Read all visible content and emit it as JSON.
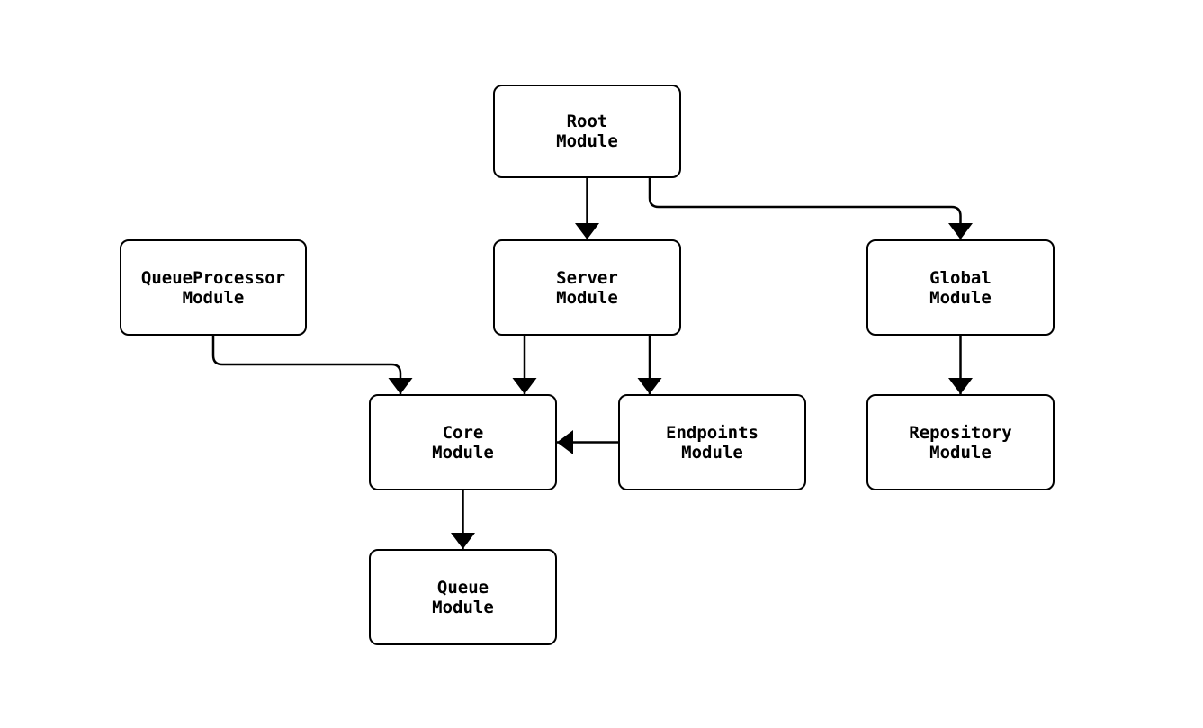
{
  "diagram": {
    "type": "module-dependency-graph",
    "nodes": [
      {
        "id": "root",
        "label": "Root\nModule"
      },
      {
        "id": "queueprocessor",
        "label": "QueueProcessor\nModule"
      },
      {
        "id": "server",
        "label": "Server\nModule"
      },
      {
        "id": "global",
        "label": "Global\nModule"
      },
      {
        "id": "core",
        "label": "Core\nModule"
      },
      {
        "id": "endpoints",
        "label": "Endpoints\nModule"
      },
      {
        "id": "repository",
        "label": "Repository\nModule"
      },
      {
        "id": "queue",
        "label": "Queue\nModule"
      }
    ],
    "edges": [
      {
        "from": "root",
        "to": "server"
      },
      {
        "from": "root",
        "to": "global"
      },
      {
        "from": "queueprocessor",
        "to": "core"
      },
      {
        "from": "server",
        "to": "core"
      },
      {
        "from": "server",
        "to": "endpoints"
      },
      {
        "from": "endpoints",
        "to": "core"
      },
      {
        "from": "global",
        "to": "repository"
      },
      {
        "from": "core",
        "to": "queue"
      }
    ],
    "colors": {
      "background": "#ffffff",
      "node_fill": "#ffffff",
      "node_border": "#000000",
      "edge": "#000000",
      "text": "#000000"
    }
  }
}
